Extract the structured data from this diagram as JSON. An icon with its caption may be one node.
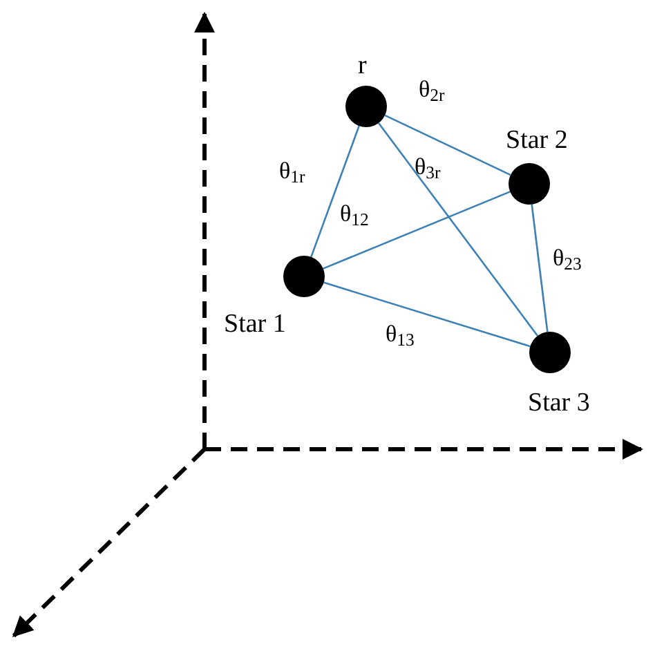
{
  "diagram": {
    "nodes": [
      {
        "text": [],
        "shape": "circle",
        "beside": [
          "r"
        ]
      },
      {
        "text": [],
        "shape": "circle",
        "beside": [
          "Star 2"
        ]
      },
      {
        "text": [],
        "shape": "circle",
        "beside": [
          "Star 1"
        ]
      },
      {
        "text": [],
        "shape": "circle",
        "beside": [
          "Star 3"
        ]
      }
    ],
    "edges": [
      {
        "from": 0,
        "to": 2,
        "arrow": "none",
        "label": "θ$_{1r}$"
      },
      {
        "from": 0,
        "to": 1,
        "arrow": "none",
        "label": "θ$_{2r}$"
      },
      {
        "from": 0,
        "to": 3,
        "arrow": "none",
        "label": "θ$_{3r}$"
      },
      {
        "from": 2,
        "to": 1,
        "arrow": "none",
        "label": "θ$_{12}$"
      },
      {
        "from": 1,
        "to": 3,
        "arrow": "none",
        "label": "θ$_{23}$"
      },
      {
        "from": 2,
        "to": 3,
        "arrow": "none",
        "label": "θ$_{13}$"
      }
    ]
  }
}
